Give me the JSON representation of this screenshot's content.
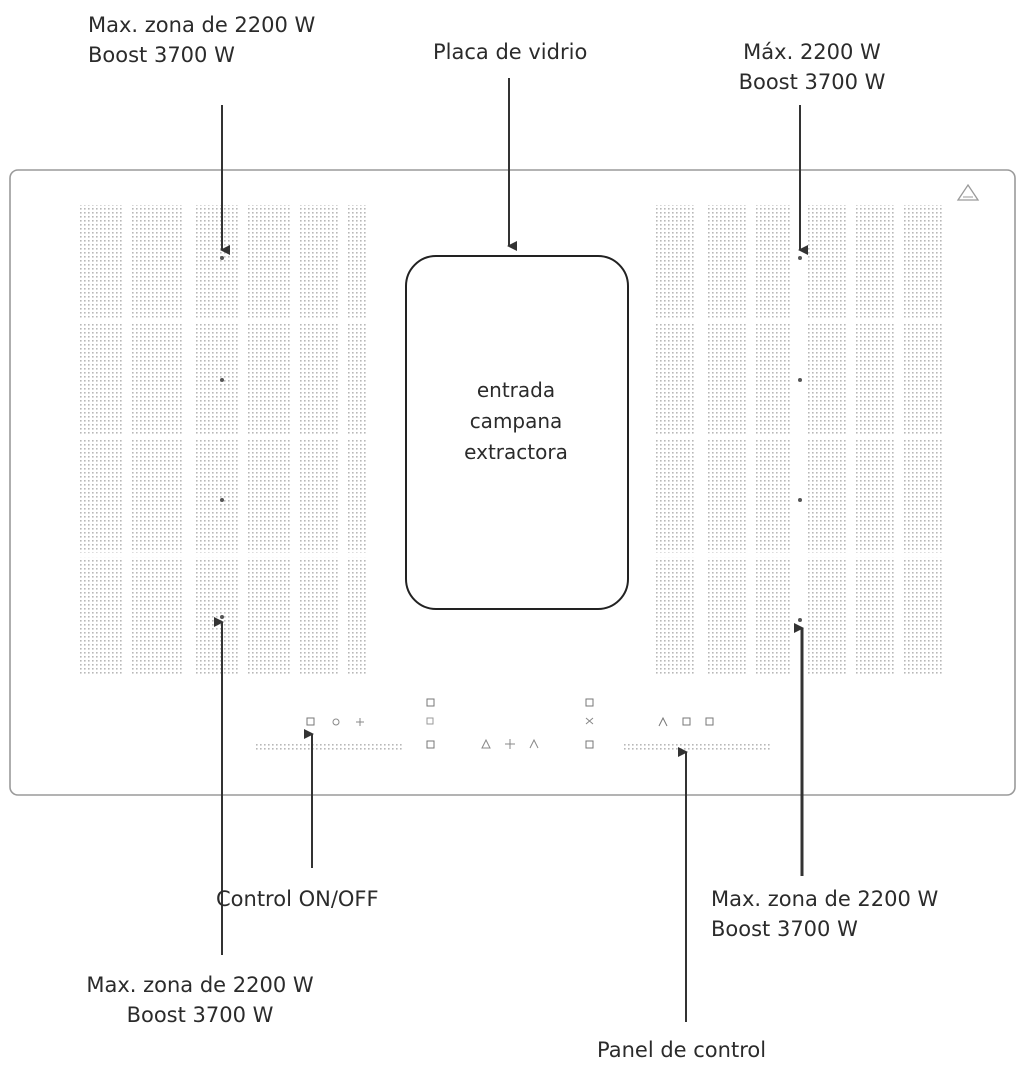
{
  "labels": {
    "top_left": {
      "line1": "Max. zona de 2200 W",
      "line2": "Boost 3700 W"
    },
    "top_center": "Placa de vidrio",
    "top_right": {
      "line1": "Máx. 2200 W",
      "line2": "Boost 3700 W"
    },
    "hood": {
      "line1": "entrada",
      "line2": "campana",
      "line3": "extractora"
    },
    "on_off": "Control ON/OFF",
    "bottom_right": {
      "line1": "Max. zona de 2200 W",
      "line2": "Boost 3700 W"
    },
    "bottom_left": {
      "line1": "Max. zona de 2200 W",
      "line2": "Boost 3700 W"
    },
    "control_panel": "Panel de control"
  },
  "icons": {
    "warning": "warning-triangle-icon",
    "power": "power-icon",
    "lock": "lock-icon",
    "timer": "timer-icon"
  },
  "colors": {
    "line": "#333333",
    "border": "#9a9a9a",
    "zone_dot": "#b3b3b3"
  }
}
